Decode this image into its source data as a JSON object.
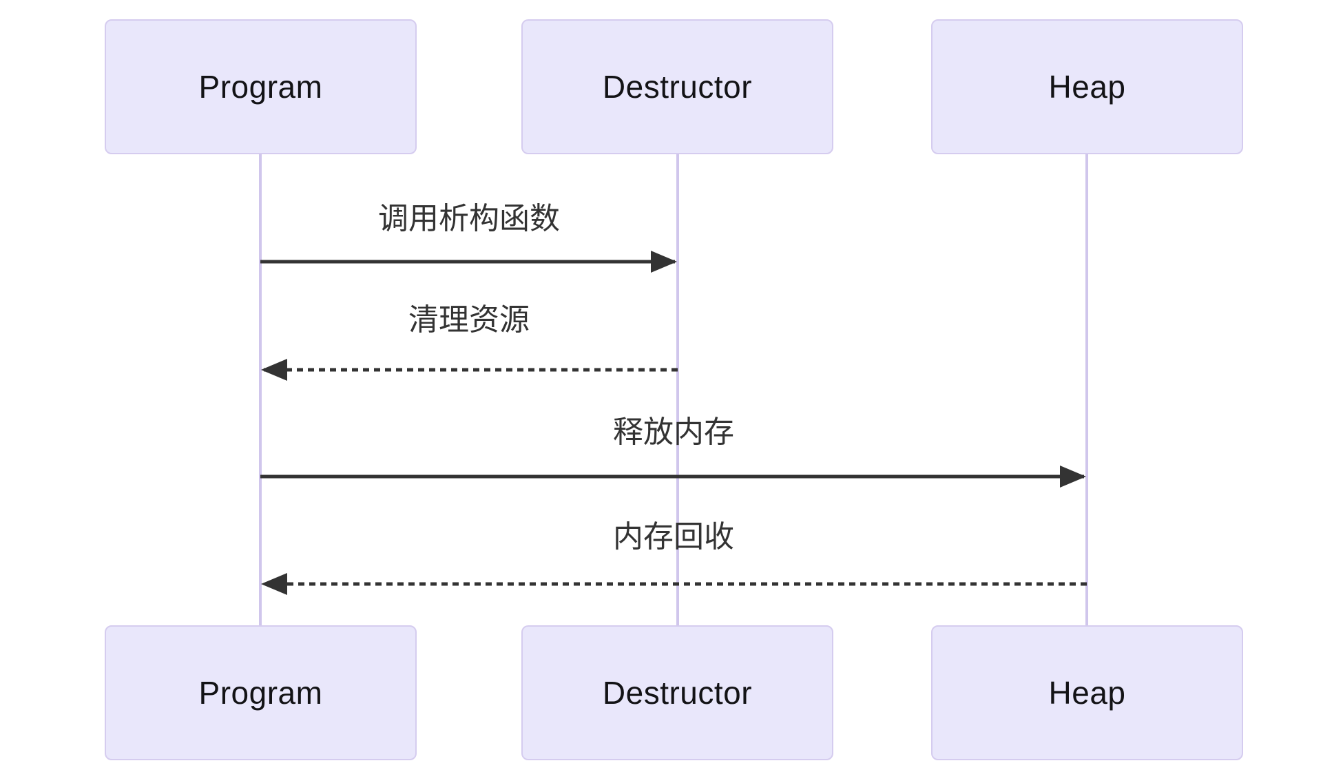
{
  "diagram": {
    "kind": "sequence-diagram",
    "actors": [
      {
        "name": "Program"
      },
      {
        "name": "Destructor"
      },
      {
        "name": "Heap"
      }
    ],
    "messages": [
      {
        "label": "调用析构函数",
        "from": "Program",
        "to": "Destructor",
        "line": "solid",
        "arrowhead": "filled"
      },
      {
        "label": "清理资源",
        "from": "Destructor",
        "to": "Program",
        "line": "dashed",
        "arrowhead": "filled"
      },
      {
        "label": "释放内存",
        "from": "Program",
        "to": "Heap",
        "line": "solid",
        "arrowhead": "filled"
      },
      {
        "label": "内存回收",
        "from": "Heap",
        "to": "Program",
        "line": "dashed",
        "arrowhead": "filled"
      }
    ],
    "colors": {
      "background": "#ffffff",
      "actor_fill": "#e9e7fb",
      "actor_border": "#d5ccef",
      "lifeline": "#d0c6ec",
      "arrow": "#333333",
      "message_text": "#333333",
      "actor_text": "#131316"
    }
  }
}
